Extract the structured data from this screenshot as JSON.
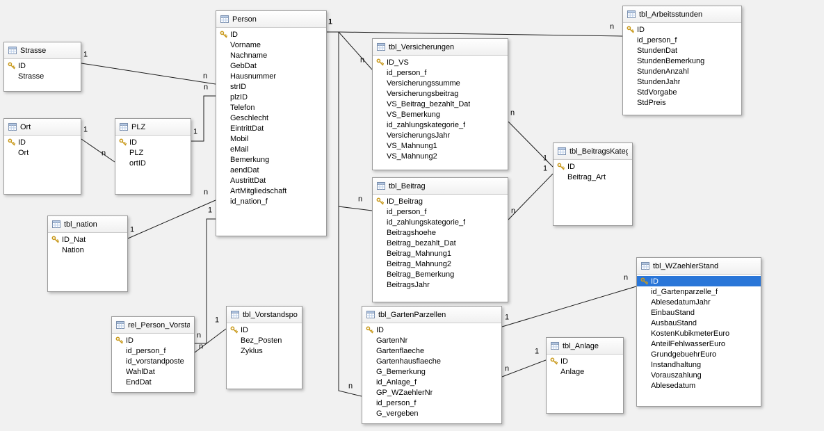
{
  "diagram": {
    "background": "#f1f1f1",
    "colors": {
      "table_bg": "#ffffff",
      "table_border": "#9a9a9a",
      "line": "#1c1c1c",
      "text": "#000000",
      "highlight_bg": "#2a76d8",
      "highlight_text": "#ffffff",
      "key": "#c99a1d"
    },
    "tables": [
      {
        "id": "person",
        "title": "Person",
        "fields": [
          {
            "name": "ID",
            "key": true
          },
          {
            "name": "Vorname"
          },
          {
            "name": "Nachname"
          },
          {
            "name": "GebDat"
          },
          {
            "name": "Hausnummer"
          },
          {
            "name": "strID"
          },
          {
            "name": "plzID"
          },
          {
            "name": "Telefon"
          },
          {
            "name": "Geschlecht"
          },
          {
            "name": "EintrittDat"
          },
          {
            "name": "Mobil"
          },
          {
            "name": "eMail"
          },
          {
            "name": "Bemerkung"
          },
          {
            "name": "aendDat"
          },
          {
            "name": "AustrittDat"
          },
          {
            "name": "ArtMitgliedschaft"
          },
          {
            "name": "id_nation_f"
          }
        ]
      },
      {
        "id": "strasse",
        "title": "Strasse",
        "fields": [
          {
            "name": "ID",
            "key": true
          },
          {
            "name": "Strasse"
          }
        ]
      },
      {
        "id": "ort",
        "title": "Ort",
        "fields": [
          {
            "name": "ID",
            "key": true
          },
          {
            "name": "Ort"
          }
        ]
      },
      {
        "id": "plz",
        "title": "PLZ",
        "fields": [
          {
            "name": "ID",
            "key": true
          },
          {
            "name": "PLZ"
          },
          {
            "name": "ortID"
          }
        ]
      },
      {
        "id": "nation",
        "title": "tbl_nation",
        "fields": [
          {
            "name": "ID_Nat",
            "key": true
          },
          {
            "name": "Nation"
          }
        ]
      },
      {
        "id": "rel_person_vorstand",
        "title": "rel_Person_Vorsta",
        "fields": [
          {
            "name": "ID",
            "key": true
          },
          {
            "name": "id_person_f"
          },
          {
            "name": "id_vorstandposte"
          },
          {
            "name": "WahlDat"
          },
          {
            "name": "EndDat"
          }
        ]
      },
      {
        "id": "vorstandspos",
        "title": "tbl_Vorstandspos",
        "fields": [
          {
            "name": "ID",
            "key": true
          },
          {
            "name": "Bez_Posten"
          },
          {
            "name": "Zyklus"
          }
        ]
      },
      {
        "id": "versicherungen",
        "title": "tbl_Versicherungen",
        "fields": [
          {
            "name": "ID_VS",
            "key": true
          },
          {
            "name": "id_person_f"
          },
          {
            "name": "Versicherungssumme"
          },
          {
            "name": "Versicherungsbeitrag"
          },
          {
            "name": "VS_Beitrag_bezahlt_Dat"
          },
          {
            "name": "VS_Bemerkung"
          },
          {
            "name": "id_zahlungskategorie_f"
          },
          {
            "name": "VersicherungsJahr"
          },
          {
            "name": "VS_Mahnung1"
          },
          {
            "name": "VS_Mahnung2"
          }
        ]
      },
      {
        "id": "beitrag",
        "title": "tbl_Beitrag",
        "fields": [
          {
            "name": "ID_Beitrag",
            "key": true
          },
          {
            "name": "id_person_f"
          },
          {
            "name": "id_zahlungskategorie_f"
          },
          {
            "name": "Beitragshoehe"
          },
          {
            "name": "Beitrag_bezahlt_Dat"
          },
          {
            "name": "Beitrag_Mahnung1"
          },
          {
            "name": "Beitrag_Mahnung2"
          },
          {
            "name": "Beitrag_Bemerkung"
          },
          {
            "name": "BeitragsJahr"
          }
        ]
      },
      {
        "id": "beitragskateg",
        "title": "tbl_BeitragsKateg",
        "fields": [
          {
            "name": "ID",
            "key": true
          },
          {
            "name": "Beitrag_Art"
          }
        ]
      },
      {
        "id": "arbeitsstunden",
        "title": "tbl_Arbeitsstunden",
        "fields": [
          {
            "name": "ID",
            "key": true
          },
          {
            "name": "id_person_f"
          },
          {
            "name": "StundenDat"
          },
          {
            "name": "StundenBemerkung"
          },
          {
            "name": "StundenAnzahl"
          },
          {
            "name": "StundenJahr"
          },
          {
            "name": "StdVorgabe"
          },
          {
            "name": "StdPreis"
          }
        ]
      },
      {
        "id": "gartenparzellen",
        "title": "tbl_GartenParzellen",
        "fields": [
          {
            "name": "ID",
            "key": true
          },
          {
            "name": "GartenNr"
          },
          {
            "name": "Gartenflaeche"
          },
          {
            "name": "Gartenhausflaeche"
          },
          {
            "name": "G_Bemerkung"
          },
          {
            "name": "id_Anlage_f"
          },
          {
            "name": "GP_WZaehlerNr"
          },
          {
            "name": "id_person_f"
          },
          {
            "name": "G_vergeben"
          }
        ]
      },
      {
        "id": "anlage",
        "title": "tbl_Anlage",
        "fields": [
          {
            "name": "ID",
            "key": true
          },
          {
            "name": "Anlage"
          }
        ]
      },
      {
        "id": "wzaehlerstand",
        "title": "tbl_WZaehlerStand",
        "fields": [
          {
            "name": "ID",
            "key": true,
            "selected": true
          },
          {
            "name": "id_Gartenparzelle_f"
          },
          {
            "name": "AblesedatumJahr"
          },
          {
            "name": "EinbauStand"
          },
          {
            "name": "AusbauStand"
          },
          {
            "name": "KostenKubikmeterEuro"
          },
          {
            "name": "AnteilFehlwasserEuro"
          },
          {
            "name": "GrundgebuehrEuro"
          },
          {
            "name": "Instandhaltung"
          },
          {
            "name": "Vorauszahlung"
          },
          {
            "name": "Ablesedatum"
          }
        ]
      }
    ],
    "relations": [
      {
        "id": "strasse-person",
        "from": "Strasse",
        "to": "Person",
        "one": "1",
        "many": "n"
      },
      {
        "id": "ort-plz",
        "from": "Ort",
        "to": "PLZ",
        "one": "1",
        "many": "n"
      },
      {
        "id": "plz-person",
        "from": "PLZ",
        "to": "Person",
        "one": "1",
        "many": "n"
      },
      {
        "id": "nation-person",
        "from": "tbl_nation",
        "to": "Person",
        "one": "1",
        "many": "n"
      },
      {
        "id": "person-rel_person_vorstand",
        "from": "Person",
        "to": "rel_Person_Vorsta",
        "one": "1",
        "many": "n"
      },
      {
        "id": "vorstandspos-rel_person_vorstand",
        "from": "tbl_Vorstandspos",
        "to": "rel_Person_Vorsta",
        "one": "1",
        "many": "n"
      },
      {
        "id": "person-versicherungen",
        "from": "Person",
        "to": "tbl_Versicherungen",
        "one": "1",
        "many": "n"
      },
      {
        "id": "person-arbeitsstunden",
        "from": "Person",
        "to": "tbl_Arbeitsstunden",
        "one": "1",
        "many": "n"
      },
      {
        "id": "person-beitrag",
        "from": "Person",
        "to": "tbl_Beitrag",
        "one": "1",
        "many": "n"
      },
      {
        "id": "person-gartenparzellen",
        "from": "Person",
        "to": "tbl_GartenParzellen",
        "one": "1",
        "many": "n"
      },
      {
        "id": "versicherungen-beitragskateg",
        "from": "tbl_Versicherungen",
        "to": "tbl_BeitragsKateg",
        "one": "1",
        "many": "n"
      },
      {
        "id": "beitrag-beitragskateg",
        "from": "tbl_Beitrag",
        "to": "tbl_BeitragsKateg",
        "one": "1",
        "many": "n"
      },
      {
        "id": "anlage-gartenparzellen",
        "from": "tbl_Anlage",
        "to": "tbl_GartenParzellen",
        "one": "1",
        "many": "n"
      },
      {
        "id": "gartenparzellen-wzaehlerstand",
        "from": "tbl_GartenParzellen",
        "to": "tbl_WZaehlerStand",
        "one": "1",
        "many": "n"
      }
    ]
  }
}
